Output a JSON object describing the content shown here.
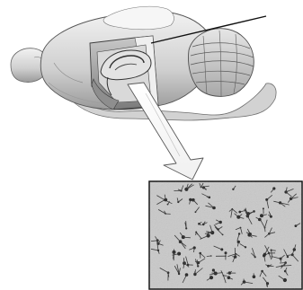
{
  "figure": {
    "annotation_line": true,
    "sections": [
      "brain-illustration",
      "dissection-cutaway",
      "hippocampus",
      "cerebellum",
      "callout-arrow",
      "micrograph"
    ]
  }
}
